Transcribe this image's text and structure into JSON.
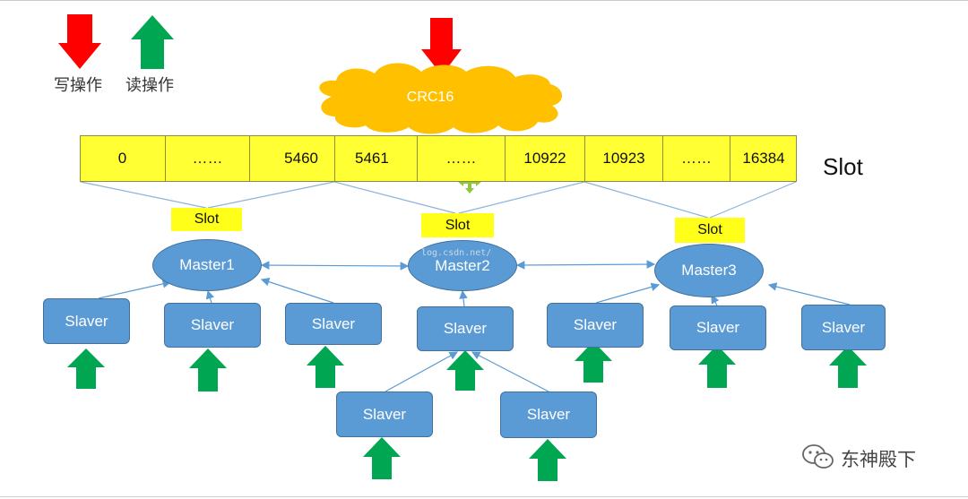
{
  "legend": {
    "write_label": "写操作",
    "read_label": "读操作",
    "write_color": "#ff0000",
    "read_color": "#00a651"
  },
  "crc": {
    "label": "CRC16",
    "color": "#ffc000"
  },
  "slots": {
    "cells": [
      "0",
      "……",
      "5460",
      "5461",
      "……",
      "10922",
      "10923",
      "……",
      "16384"
    ],
    "fill_color": "#ffff33",
    "side_label": "Slot"
  },
  "slot_tags": [
    "Slot",
    "Slot",
    "Slot"
  ],
  "masters": [
    "Master1",
    "Master2",
    "Master3"
  ],
  "slavers": [
    "Slaver",
    "Slaver",
    "Slaver",
    "Slaver",
    "Slaver",
    "Slaver",
    "Slaver",
    "Slaver",
    "Slaver"
  ],
  "node_color": "#5b9bd5",
  "watermark": "log.csdn.net/",
  "brand": {
    "name": "东神殿下"
  }
}
